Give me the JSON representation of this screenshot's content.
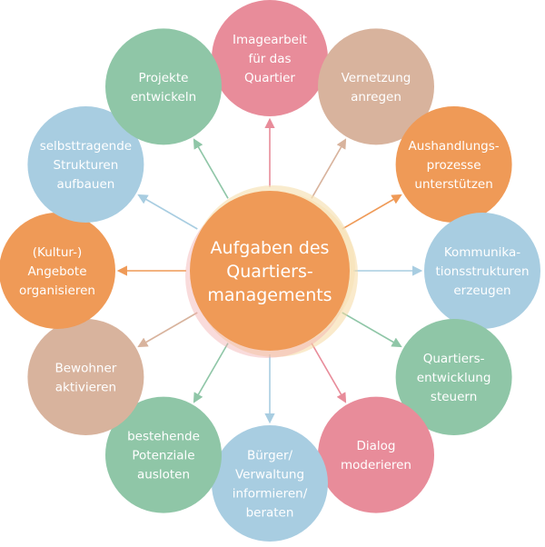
{
  "center": {
    "lines": [
      "Aufgaben des",
      "Quartiers-",
      "managements"
    ],
    "color": "#ef9a57"
  },
  "palette": {
    "pink": "#e88c9a",
    "tan": "#d8b39d",
    "orange": "#ef9a57",
    "blue": "#a8cde1",
    "green": "#8fc6a7"
  },
  "nodes": [
    {
      "id": "imagearbeit",
      "color": "pink",
      "lines": [
        "Imagearbeit",
        "für das",
        "Quartier"
      ]
    },
    {
      "id": "vernetzung",
      "color": "tan",
      "lines": [
        "Vernetzung",
        "anregen"
      ]
    },
    {
      "id": "aushandlung",
      "color": "orange",
      "lines": [
        "Aushandlungs-",
        "prozesse",
        "unterstützen"
      ]
    },
    {
      "id": "kommunikation",
      "color": "blue",
      "lines": [
        "Kommunika-",
        "tionsstrukturen",
        "erzeugen"
      ]
    },
    {
      "id": "entwicklung",
      "color": "green",
      "lines": [
        "Quartiers-",
        "entwicklung",
        "steuern"
      ]
    },
    {
      "id": "dialog",
      "color": "pink",
      "lines": [
        "Dialog",
        "moderieren"
      ]
    },
    {
      "id": "buerger",
      "color": "blue",
      "lines": [
        "Bürger/",
        "Verwaltung",
        "informieren/",
        "beraten"
      ]
    },
    {
      "id": "potenziale",
      "color": "green",
      "lines": [
        "bestehende",
        "Potenziale",
        "ausloten"
      ]
    },
    {
      "id": "bewohner",
      "color": "tan",
      "lines": [
        "Bewohner",
        "aktivieren"
      ]
    },
    {
      "id": "kultur",
      "color": "orange",
      "lines": [
        "(Kultur-)",
        "Angebote",
        "organisieren"
      ]
    },
    {
      "id": "selbsttragend",
      "color": "blue",
      "lines": [
        "selbsttragende",
        "Strukturen",
        "aufbauen"
      ]
    },
    {
      "id": "projekte",
      "color": "green",
      "lines": [
        "Projekte",
        "entwickeln"
      ]
    }
  ]
}
